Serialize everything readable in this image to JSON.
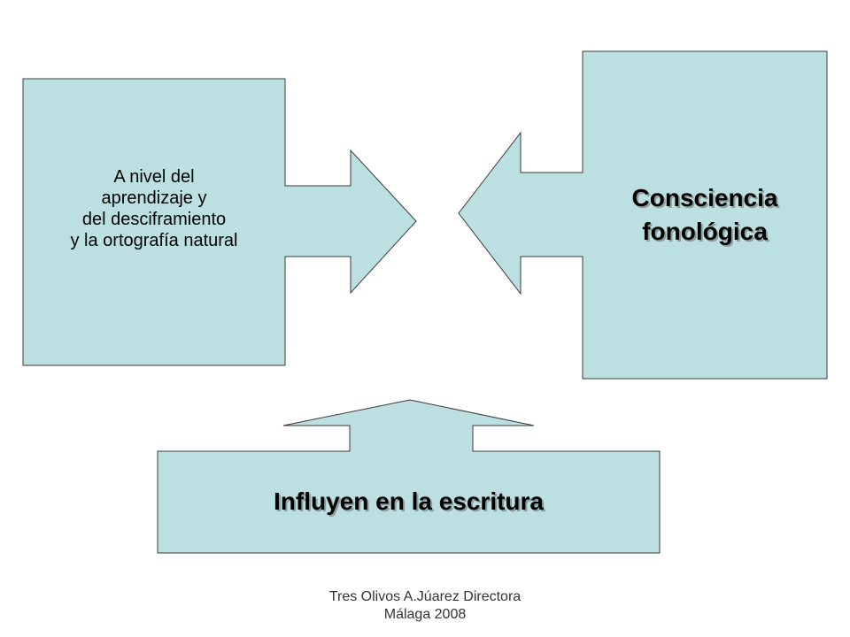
{
  "diagram": {
    "left_callout": {
      "lines": [
        "A nivel del",
        "aprendizaje y",
        "del desciframiento",
        "y la ortografía natural"
      ]
    },
    "right_callout": {
      "lines": [
        "Consciencia",
        "fonológica"
      ]
    },
    "bottom_callout": {
      "text": "Influyen en la escritura"
    },
    "colors": {
      "fill": "#bce0e2",
      "stroke": "#3a3a3a"
    }
  },
  "footer": {
    "line1": "Tres Olivos A.Júarez Directora",
    "line2": "Málaga 2008"
  }
}
